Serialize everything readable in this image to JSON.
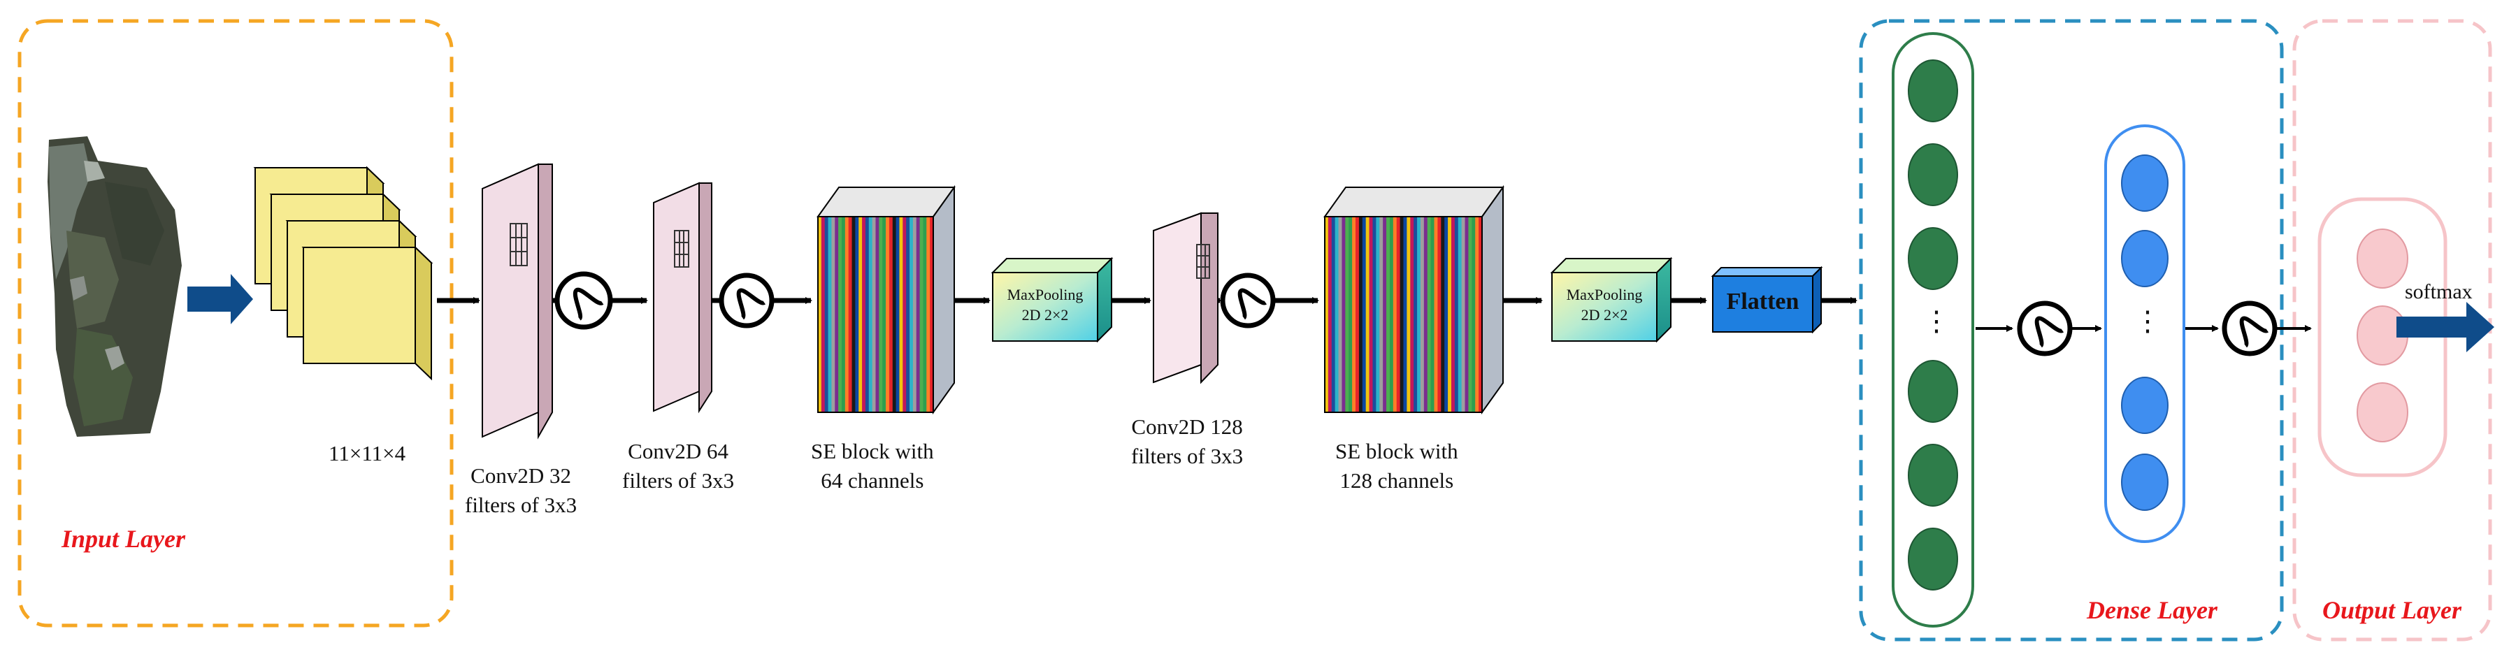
{
  "sections": {
    "input": "Input Layer",
    "dense": "Dense Layer",
    "output": "Output Layer"
  },
  "labels": {
    "input_shape": "11×11×4",
    "conv1": [
      "Conv2D 32",
      "filters of 3x3"
    ],
    "conv2": [
      "Conv2D 64",
      "filters of 3x3"
    ],
    "se1": [
      "SE block with",
      "64 channels"
    ],
    "conv3": [
      "Conv2D 128",
      "filters of 3x3"
    ],
    "se2": [
      "SE block with",
      "128 channels"
    ],
    "pool1": [
      "MaxPooling",
      "2D 2×2"
    ],
    "pool2": [
      "MaxPooling",
      "2D 2×2"
    ],
    "flatten": "Flatten",
    "softmax": "softmax",
    "dots": "⋮"
  },
  "colors": {
    "input_border": "#f5a623",
    "dense_border": "#2a8fc0",
    "output_border": "#f6c4c8",
    "section_text": "#e8171c",
    "arrow": "#0f4c8a",
    "feature_map": "#f6eb91",
    "conv_face": "#f2dde6",
    "green_node": "#2e7d4a",
    "blue_node": "#3f8ef0",
    "pink_node": "#f8c9cd",
    "flatten": "#1e7fe0"
  },
  "dense": {
    "layer1_nodes": 7,
    "layer2_nodes": 5,
    "output_nodes": 3
  }
}
